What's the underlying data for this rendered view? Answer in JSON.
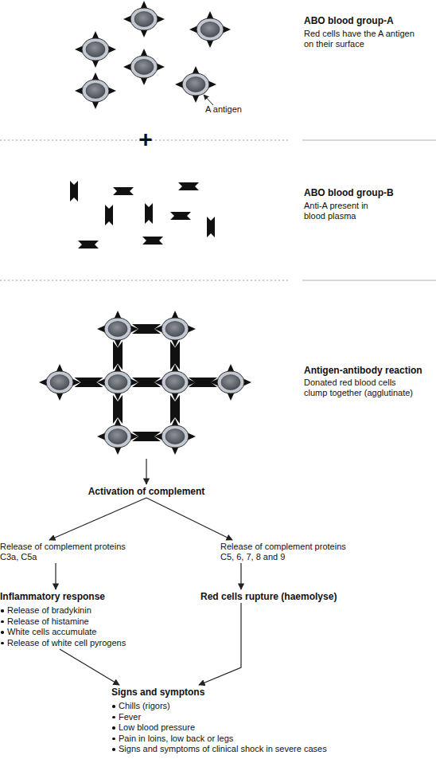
{
  "diagram": {
    "nodes": [
      {
        "text": [
          "Antigen-antibody reaction",
          "Donated red blood cells clump together (agglutinate)"
        ]
      },
      {
        "text": [
          "Activation of complement"
        ]
      },
      {
        "text": [
          "Release of complement proteins C3a, C5a"
        ]
      },
      {
        "text": [
          "Release of complement proteins C5, 6, 7, 8 and 9"
        ]
      },
      {
        "text": [
          "Inflammatory response",
          "Release of bradykinin",
          "Release of histamine",
          "White cells accumulate",
          "Release of white cell pyrogens"
        ]
      },
      {
        "text": [
          "Red cells rupture (haemolyse)"
        ]
      },
      {
        "text": [
          "Signs and symptons",
          "Chills (rigors)",
          "Fever",
          "Low blood pressure",
          "Pain in loins, low back or legs",
          "Signs and symptoms of clinical shock in severe cases"
        ]
      }
    ],
    "edges": [
      {
        "from": 0,
        "to": 1,
        "arrow": "to"
      },
      {
        "from": 1,
        "to": 2,
        "arrow": "to"
      },
      {
        "from": 1,
        "to": 3,
        "arrow": "to"
      },
      {
        "from": 2,
        "to": 4,
        "arrow": "to"
      },
      {
        "from": 3,
        "to": 5,
        "arrow": "to"
      },
      {
        "from": 4,
        "to": 6,
        "arrow": "to"
      },
      {
        "from": 5,
        "to": 6,
        "arrow": "to"
      }
    ],
    "labels": [
      "ABO blood group-A",
      "Red cells have the A antigen on their surface",
      "A antigen",
      "+",
      "ABO blood group-B",
      "Anti-A present in blood plasma"
    ]
  }
}
